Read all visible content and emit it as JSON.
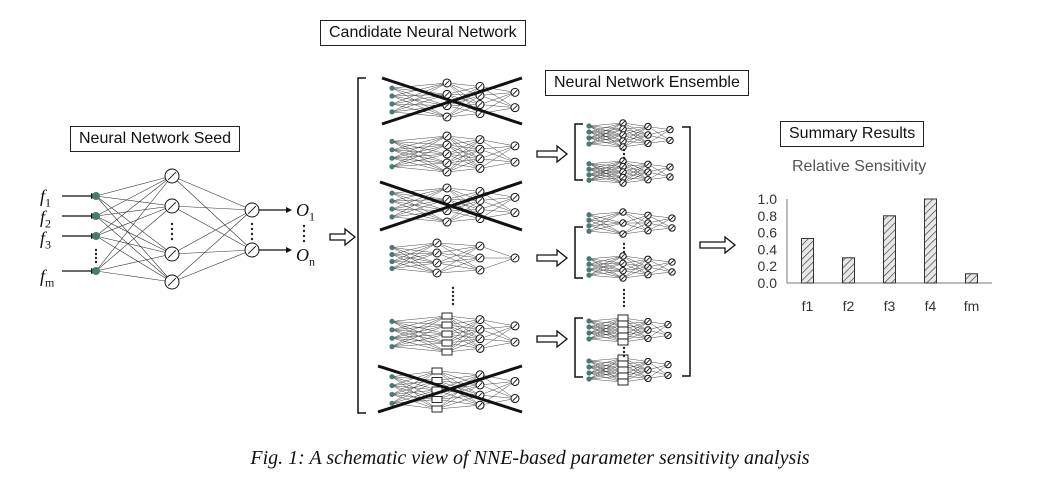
{
  "titles": {
    "seed": "Neural Network Seed",
    "candidate": "Candidate Neural Network",
    "ensemble": "Neural Network Ensemble",
    "summary": "Summary Results"
  },
  "inputs": [
    {
      "base": "f",
      "sub": "1"
    },
    {
      "base": "f",
      "sub": "2"
    },
    {
      "base": "f",
      "sub": "3"
    },
    {
      "base": "f",
      "sub": "m"
    }
  ],
  "outputs": [
    {
      "base": "O",
      "sub": "1"
    },
    {
      "base": "O",
      "sub": "n"
    }
  ],
  "caption": "Fig. 1: A schematic view of NNE-based parameter sensitivity analysis",
  "colors": {
    "input_node": "#4a7a74",
    "ink": "#111111",
    "bar_fill": "#cfcfcf"
  },
  "chart_data": {
    "type": "bar",
    "title": "Relative Sensitivity",
    "categories": [
      "f1",
      "f2",
      "f3",
      "f4",
      "fm"
    ],
    "values": [
      0.53,
      0.3,
      0.8,
      1.0,
      0.11
    ],
    "ylim": [
      0,
      1.0
    ],
    "yticks": [
      "0.0",
      "0.2",
      "0.4",
      "0.6",
      "0.8",
      "1.0"
    ],
    "grid": false
  }
}
